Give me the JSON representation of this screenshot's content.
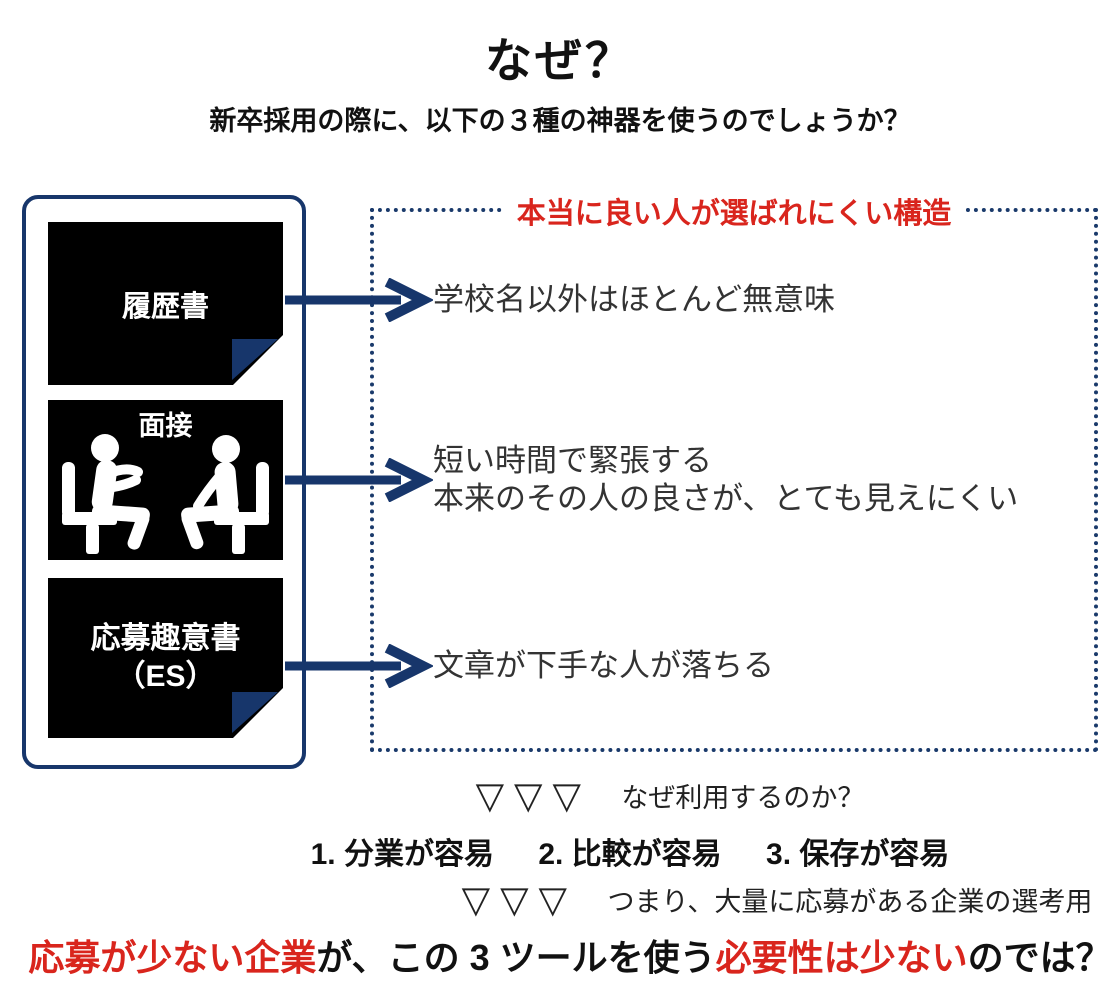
{
  "colors": {
    "navy": "#17366b",
    "red": "#d9251d",
    "card_black": "#000000",
    "item_text": "#333333"
  },
  "header": {
    "title": "なぜ？",
    "subtitle": "新卒採用の際に、以下の３種の神器を使うのでしょうか？"
  },
  "tools": [
    {
      "icon": "document-fold-icon",
      "lines": [
        "履歴書"
      ]
    },
    {
      "icon": "interview-people-icon",
      "lines": [
        "面接"
      ]
    },
    {
      "icon": "document-fold-icon",
      "lines": [
        "応募趣意書",
        "（ES）"
      ]
    }
  ],
  "structure_box": {
    "title": "本当に良い人が選ばれにくい構造",
    "items": [
      {
        "lines": [
          "学校名以外はほとんど無意味"
        ]
      },
      {
        "lines": [
          "短い時間で緊張する",
          "本来のその人の良さが、とても見えにくい"
        ]
      },
      {
        "lines": [
          "文章が下手な人が落ちる"
        ]
      }
    ]
  },
  "bottom": {
    "triangles": "▽▽▽",
    "why_question": "なぜ利用するのか？",
    "reasons": [
      "1. 分業が容易",
      "2. 比較が容易",
      "3. 保存が容易"
    ],
    "conclusion_lead": "つまり、大量に応募がある企業の選考用",
    "final": [
      {
        "text": "応募が少ない企業"
      },
      {
        "text": "が、この 3 ツールを使う"
      },
      {
        "text": "必要性は少ない"
      },
      {
        "text": "のでは？"
      }
    ]
  }
}
